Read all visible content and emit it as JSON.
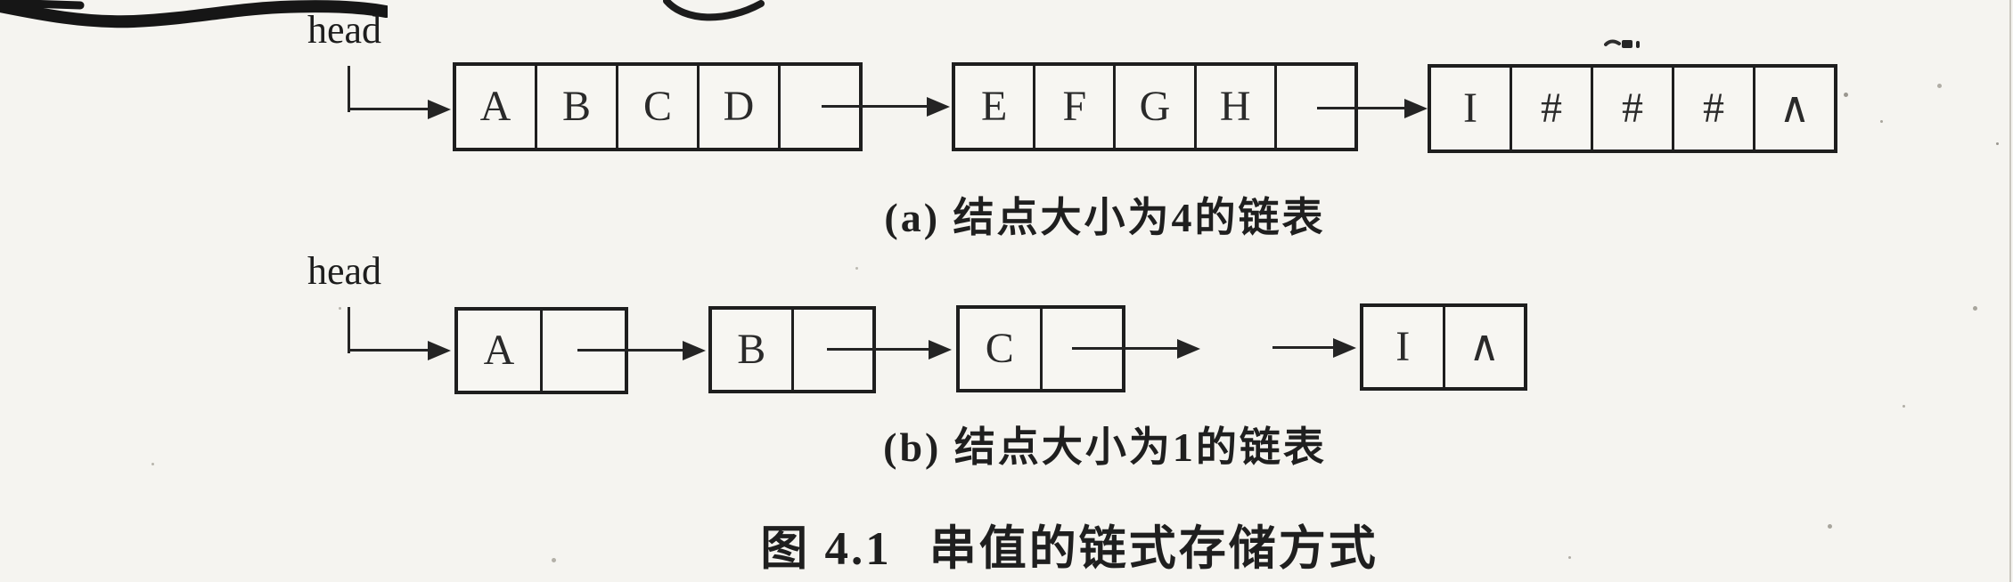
{
  "figure_caption": {
    "label": "图 4.1",
    "title": "串值的链式存储方式"
  },
  "diagram_a": {
    "head_label": "head",
    "caption": "(a) 结点大小为4的链表",
    "nodes": [
      {
        "cells": [
          "A",
          "B",
          "C",
          "D",
          ""
        ]
      },
      {
        "cells": [
          "E",
          "F",
          "G",
          "H",
          ""
        ]
      },
      {
        "cells": [
          "I",
          "#",
          "#",
          "#",
          "∧"
        ]
      }
    ]
  },
  "diagram_b": {
    "head_label": "head",
    "caption": "(b) 结点大小为1的链表",
    "nodes": [
      {
        "cells": [
          "A",
          ""
        ]
      },
      {
        "cells": [
          "B",
          ""
        ]
      },
      {
        "cells": [
          "C",
          ""
        ]
      },
      {
        "cells": [
          "I",
          "∧"
        ]
      }
    ]
  }
}
